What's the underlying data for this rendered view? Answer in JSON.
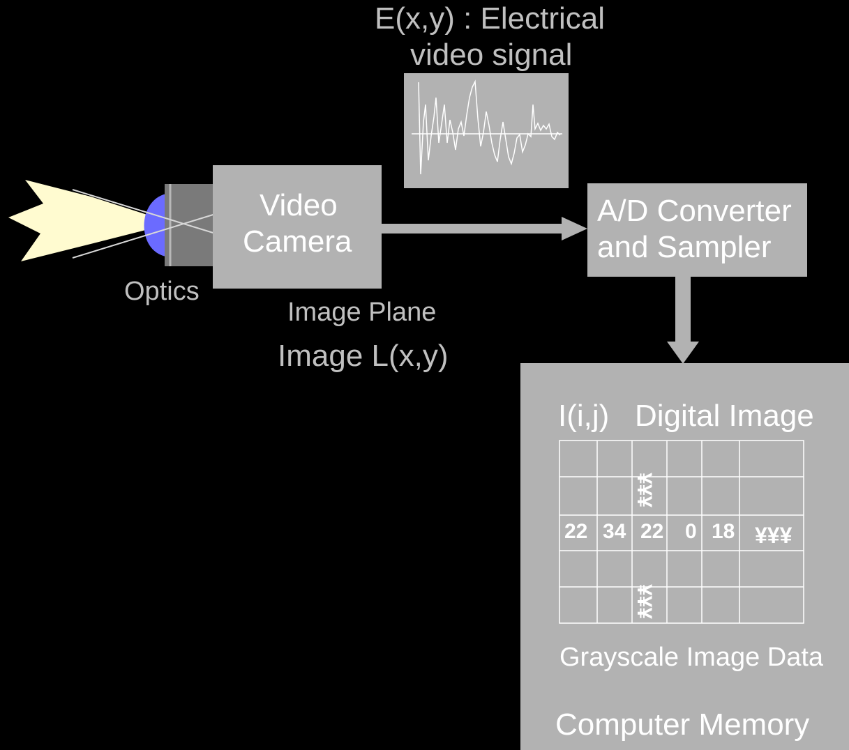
{
  "signal_title_line1": "E(x,y) : Electrical",
  "signal_title_line2": "video signal",
  "camera_line1": "Video",
  "camera_line2": "Camera",
  "optics_label": "Optics",
  "image_plane_label": "Image Plane",
  "image_label": "Image L(x,y)",
  "converter_line1": "A/D Converter",
  "converter_line2": "and Sampler",
  "memory": {
    "digital_image_label": "I(i,j)   Digital Image",
    "middle_row": [
      "22",
      "34",
      "22",
      "0",
      "18",
      "¥¥¥"
    ],
    "column_marks": [
      "¥¥¥",
      "¥¥¥"
    ],
    "grid_caption": "Grayscale Image Data",
    "memory_label": "Computer Memory"
  },
  "colors": {
    "background": "#000000",
    "box": "#b2b2b2",
    "label_gray": "#c0c0c0",
    "light_yellow": "#fffbd0",
    "lens_blue": "#6b6bff",
    "camera_dark": "#7a7a7a"
  }
}
